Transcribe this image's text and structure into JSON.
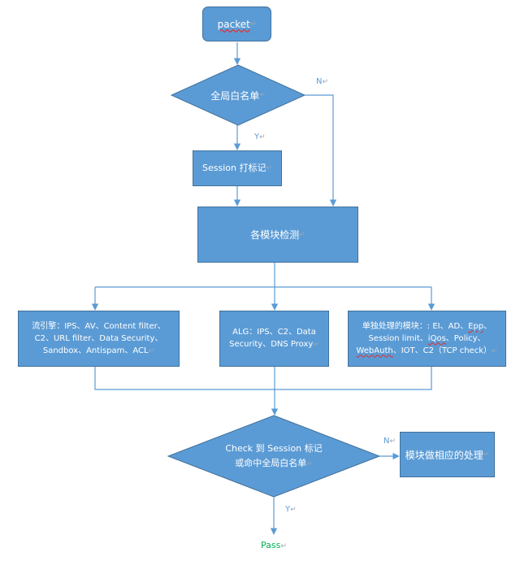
{
  "colors": {
    "node_fill": "#5b9bd5",
    "node_border": "#41719c",
    "edge": "#5b9bd5",
    "pass_text": "#00b050"
  },
  "nodes": {
    "packet": "packet",
    "global_whitelist": "全局白名单",
    "session_mark": "Session 打标记",
    "module_detection": "各模块检测",
    "stream_engine": {
      "line1": "流引擎：IPS、AV、Content filter、",
      "line2": "C2、URL filter、Data Security、",
      "line3": "Sandbox、Antispam、ACL"
    },
    "alg": {
      "line1": "ALG：IPS、C2、Data",
      "line2": "Security、DNS Proxy"
    },
    "standalone": {
      "line1_pre": "单独处理的模块：: EI、AD、",
      "line1_squiggle": "Epp",
      "line1_post": "、",
      "line2_pre": "Session limit、",
      "line2_squiggle": "iQos",
      "line2_post": "、Policy、",
      "line3_squiggle": "WebAuth",
      "line3_post": "、IOT、C2（TCP check）"
    },
    "check": {
      "line1": "Check 到 Session 标记",
      "line2": "或命中全局白名单"
    },
    "module_handle": "模块做相应的处理",
    "pass": "Pass"
  },
  "edge_labels": {
    "whitelist_no": "N",
    "whitelist_yes": "Y",
    "check_no": "N",
    "check_yes": "Y"
  },
  "return_mark": "↵"
}
